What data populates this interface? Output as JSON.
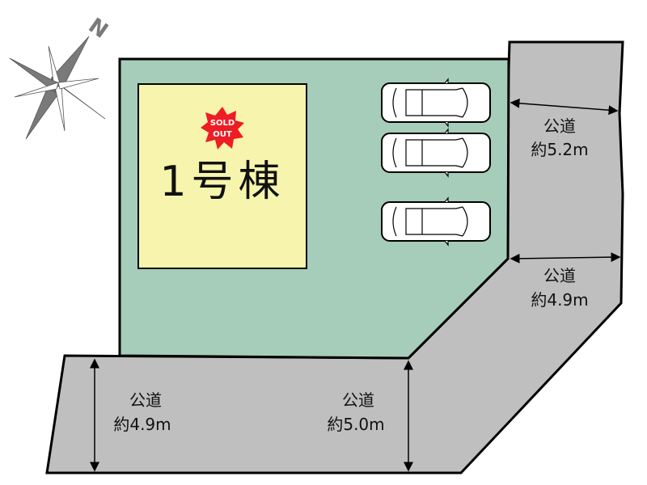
{
  "compass": {
    "north_label": "N"
  },
  "building": {
    "label": "1号棟",
    "badge": "SOLD OUT",
    "badge_line1": "SOLD",
    "badge_line2": "OUT"
  },
  "parking": {
    "car_count": 3
  },
  "roads": [
    {
      "name": "公道",
      "width": "約5.2m"
    },
    {
      "name": "公道",
      "width": "約4.9m"
    },
    {
      "name": "公道",
      "width": "約4.9m"
    },
    {
      "name": "公道",
      "width": "約5.0m"
    }
  ],
  "colors": {
    "lot": "#a6cdb9",
    "building": "#f7f5ad",
    "road": "#bfbfbf",
    "badge": "#ee1c24",
    "compass": "#7a7a7a"
  }
}
